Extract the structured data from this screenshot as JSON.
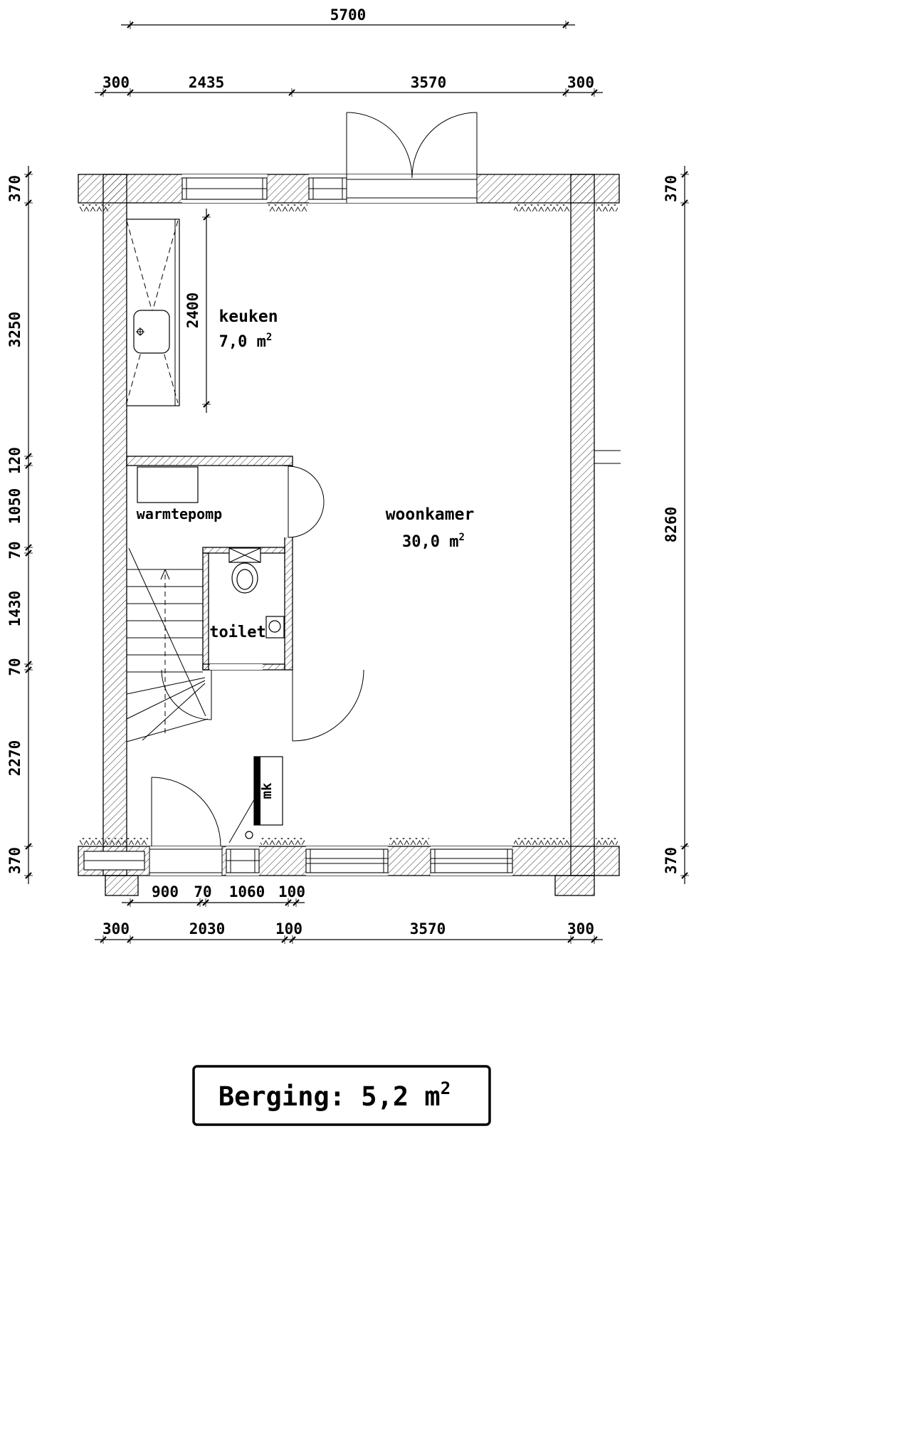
{
  "plan": {
    "dims": {
      "top_total": "5700",
      "top_row": [
        "300",
        "2435",
        "3570",
        "300"
      ],
      "left_col": [
        "370",
        "3250",
        "120",
        "1050",
        "70",
        "1430",
        "70",
        "2270",
        "370"
      ],
      "right_col": [
        "370",
        "8260",
        "370"
      ],
      "keuken_depth": "2400",
      "bottom_row1": [
        "900",
        "70",
        "1060",
        "100"
      ],
      "bottom_row2": [
        "300",
        "2030",
        "100",
        "3570",
        "300"
      ]
    },
    "rooms": {
      "keuken": {
        "label": "keuken",
        "area": "7,0 m",
        "area_sup": "2"
      },
      "woonkamer": {
        "label": "woonkamer",
        "area": "30,0 m",
        "area_sup": "2"
      },
      "toilet": {
        "label": "toilet"
      },
      "warmtepomp": {
        "label": "warmtepomp"
      },
      "mk": {
        "label": "mk"
      }
    },
    "footer": {
      "label": "Berging: 5,2 m",
      "sup": "2"
    }
  }
}
